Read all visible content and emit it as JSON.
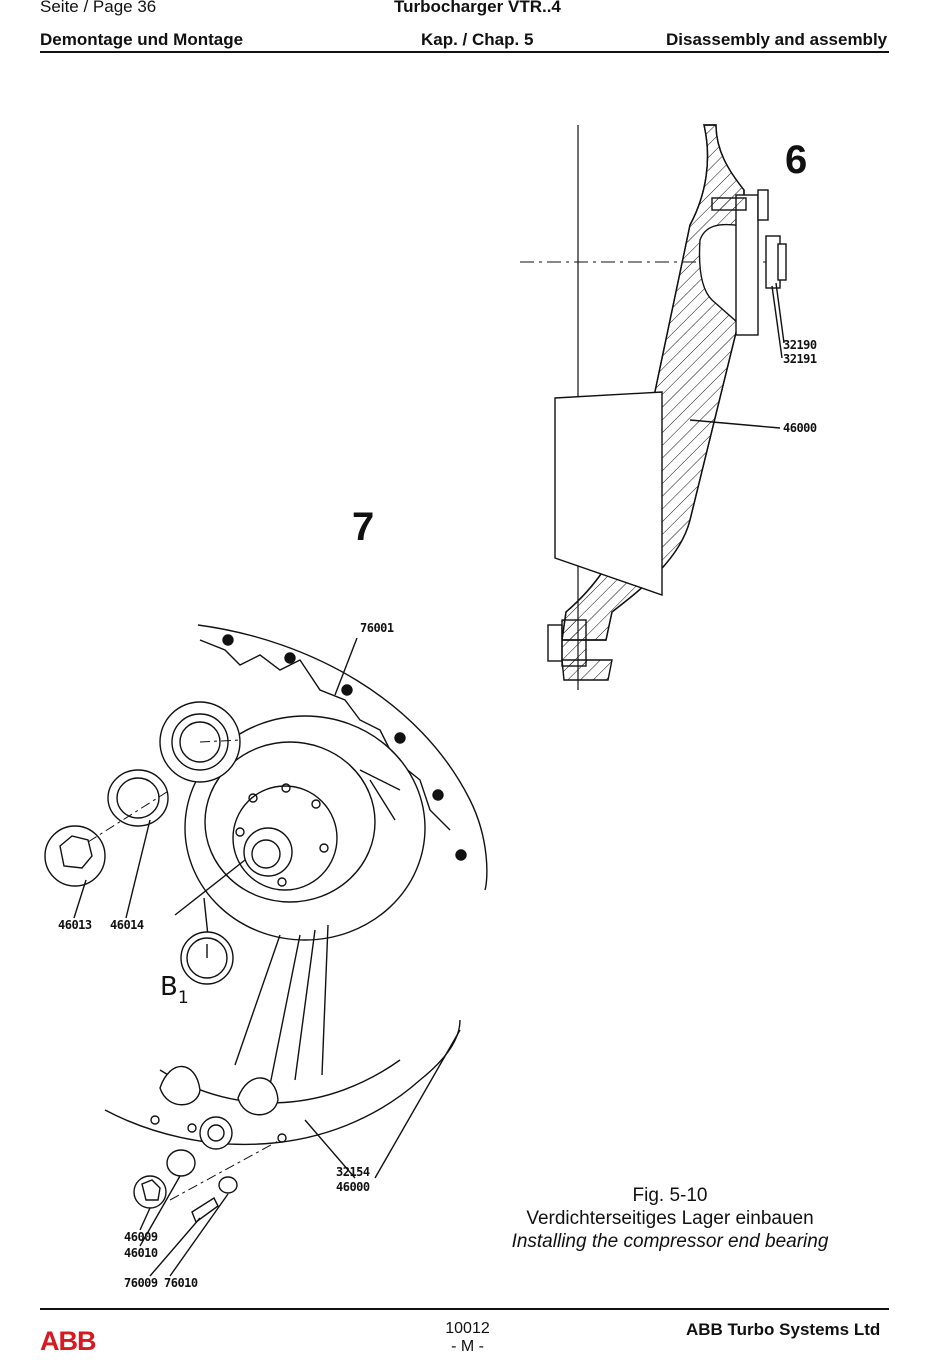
{
  "header": {
    "page_label": "Seite / Page  36",
    "doc_title": "Turbocharger VTR..4",
    "section_de": "Demontage und Montage",
    "chapter": "Kap. / Chap. 5",
    "section_en": "Disassembly and assembly"
  },
  "figure": {
    "view_6_label": "6",
    "view_7_label": "7",
    "callouts": {
      "c32190": "32190",
      "c32191": "32191",
      "c46000_top": "46000",
      "c76001": "76001",
      "c46013": "46013",
      "c46014": "46014",
      "b1": "B",
      "b1_sub": "1",
      "c32154": "32154",
      "c46000_bottom": "46000",
      "c46009": "46009",
      "c46010": "46010",
      "c76009": "76009",
      "c76010": "76010"
    },
    "caption": {
      "number": "Fig. 5-10",
      "title_de": "Verdichterseitiges Lager einbauen",
      "title_en": "Installing the compressor end bearing"
    }
  },
  "footer": {
    "logo_text": "ABB",
    "doc_number": "10012",
    "revision": "- M -",
    "company": "ABB Turbo Systems Ltd"
  }
}
